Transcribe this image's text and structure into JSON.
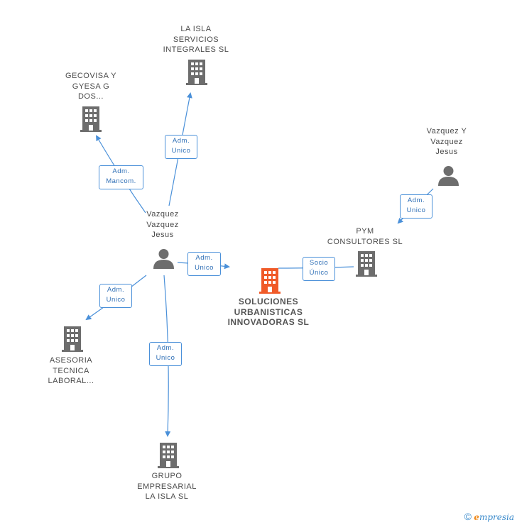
{
  "nodes": {
    "center": "SOLUCIONES\nURBANISTICAS\nINNOVADORAS SL",
    "person_main": "Vazquez\nVazquez\nJesus",
    "person_vyv": "Vazquez Y\nVazquez\nJesus",
    "la_isla_servicios": "LA ISLA\nSERVICIOS\nINTEGRALES SL",
    "gecovisa": "GECOVISA Y\nGYESA G\nDOS...",
    "pym": "PYM\nCONSULTORES SL",
    "asesoria": "ASESORIA\nTECNICA\nLABORAL...",
    "grupo": "GRUPO\nEMPRESARIAL\nLA ISLA SL"
  },
  "edges": {
    "to_la_isla": [
      "Adm.",
      "Unico"
    ],
    "to_gecovisa": [
      "Adm.",
      "Mancom."
    ],
    "to_center": [
      "Adm.",
      "Unico"
    ],
    "to_asesoria": [
      "Adm.",
      "Unico"
    ],
    "to_grupo": [
      "Adm.",
      "Unico"
    ],
    "vyv_to_pym": [
      "Adm.",
      "Unico"
    ],
    "pym_to_center": [
      "Socio",
      "Único"
    ]
  },
  "footer": {
    "copyright": "©",
    "brand_e": "e",
    "brand_rest": "mpresia"
  },
  "colors": {
    "edge": "#4a90d9",
    "building": "#6d6d6d",
    "building_focus": "#f05a28",
    "person": "#6d6d6d"
  },
  "icons": {
    "company": "building-icon",
    "person": "person-icon"
  }
}
